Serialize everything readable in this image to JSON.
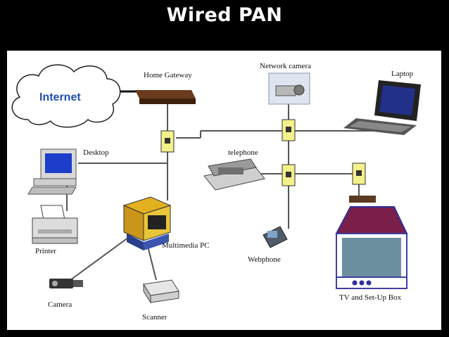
{
  "slide": {
    "title": "Wired PAN"
  },
  "diagram": {
    "nodes": {
      "internet": "Internet",
      "home_gateway": "Home Gateway",
      "network_camera": "Network camera",
      "laptop": "Laptop",
      "desktop": "Desktop",
      "telephone": "telephone",
      "printer": "Printer",
      "multimedia_pc": "Multimedia PC",
      "webphone": "Webphone",
      "camera": "Camera",
      "scanner": "Scanner",
      "tv_settop": "TV and Set-Up Box"
    },
    "icons": [
      "cloud-icon",
      "router-icon",
      "camera-icon",
      "laptop-icon",
      "desktop-icon",
      "telephone-icon",
      "printer-icon",
      "pc-icon",
      "webphone-icon",
      "video-camera-icon",
      "scanner-icon",
      "tv-icon",
      "wall-outlet-icon"
    ],
    "colors": {
      "background": "#000000",
      "panel": "#ffffff",
      "outlet": "#f4f08a",
      "internet_text": "#1f4fb0",
      "tv_frame": "#6b4fb0",
      "tv_screen": "#6c8fa0"
    }
  }
}
